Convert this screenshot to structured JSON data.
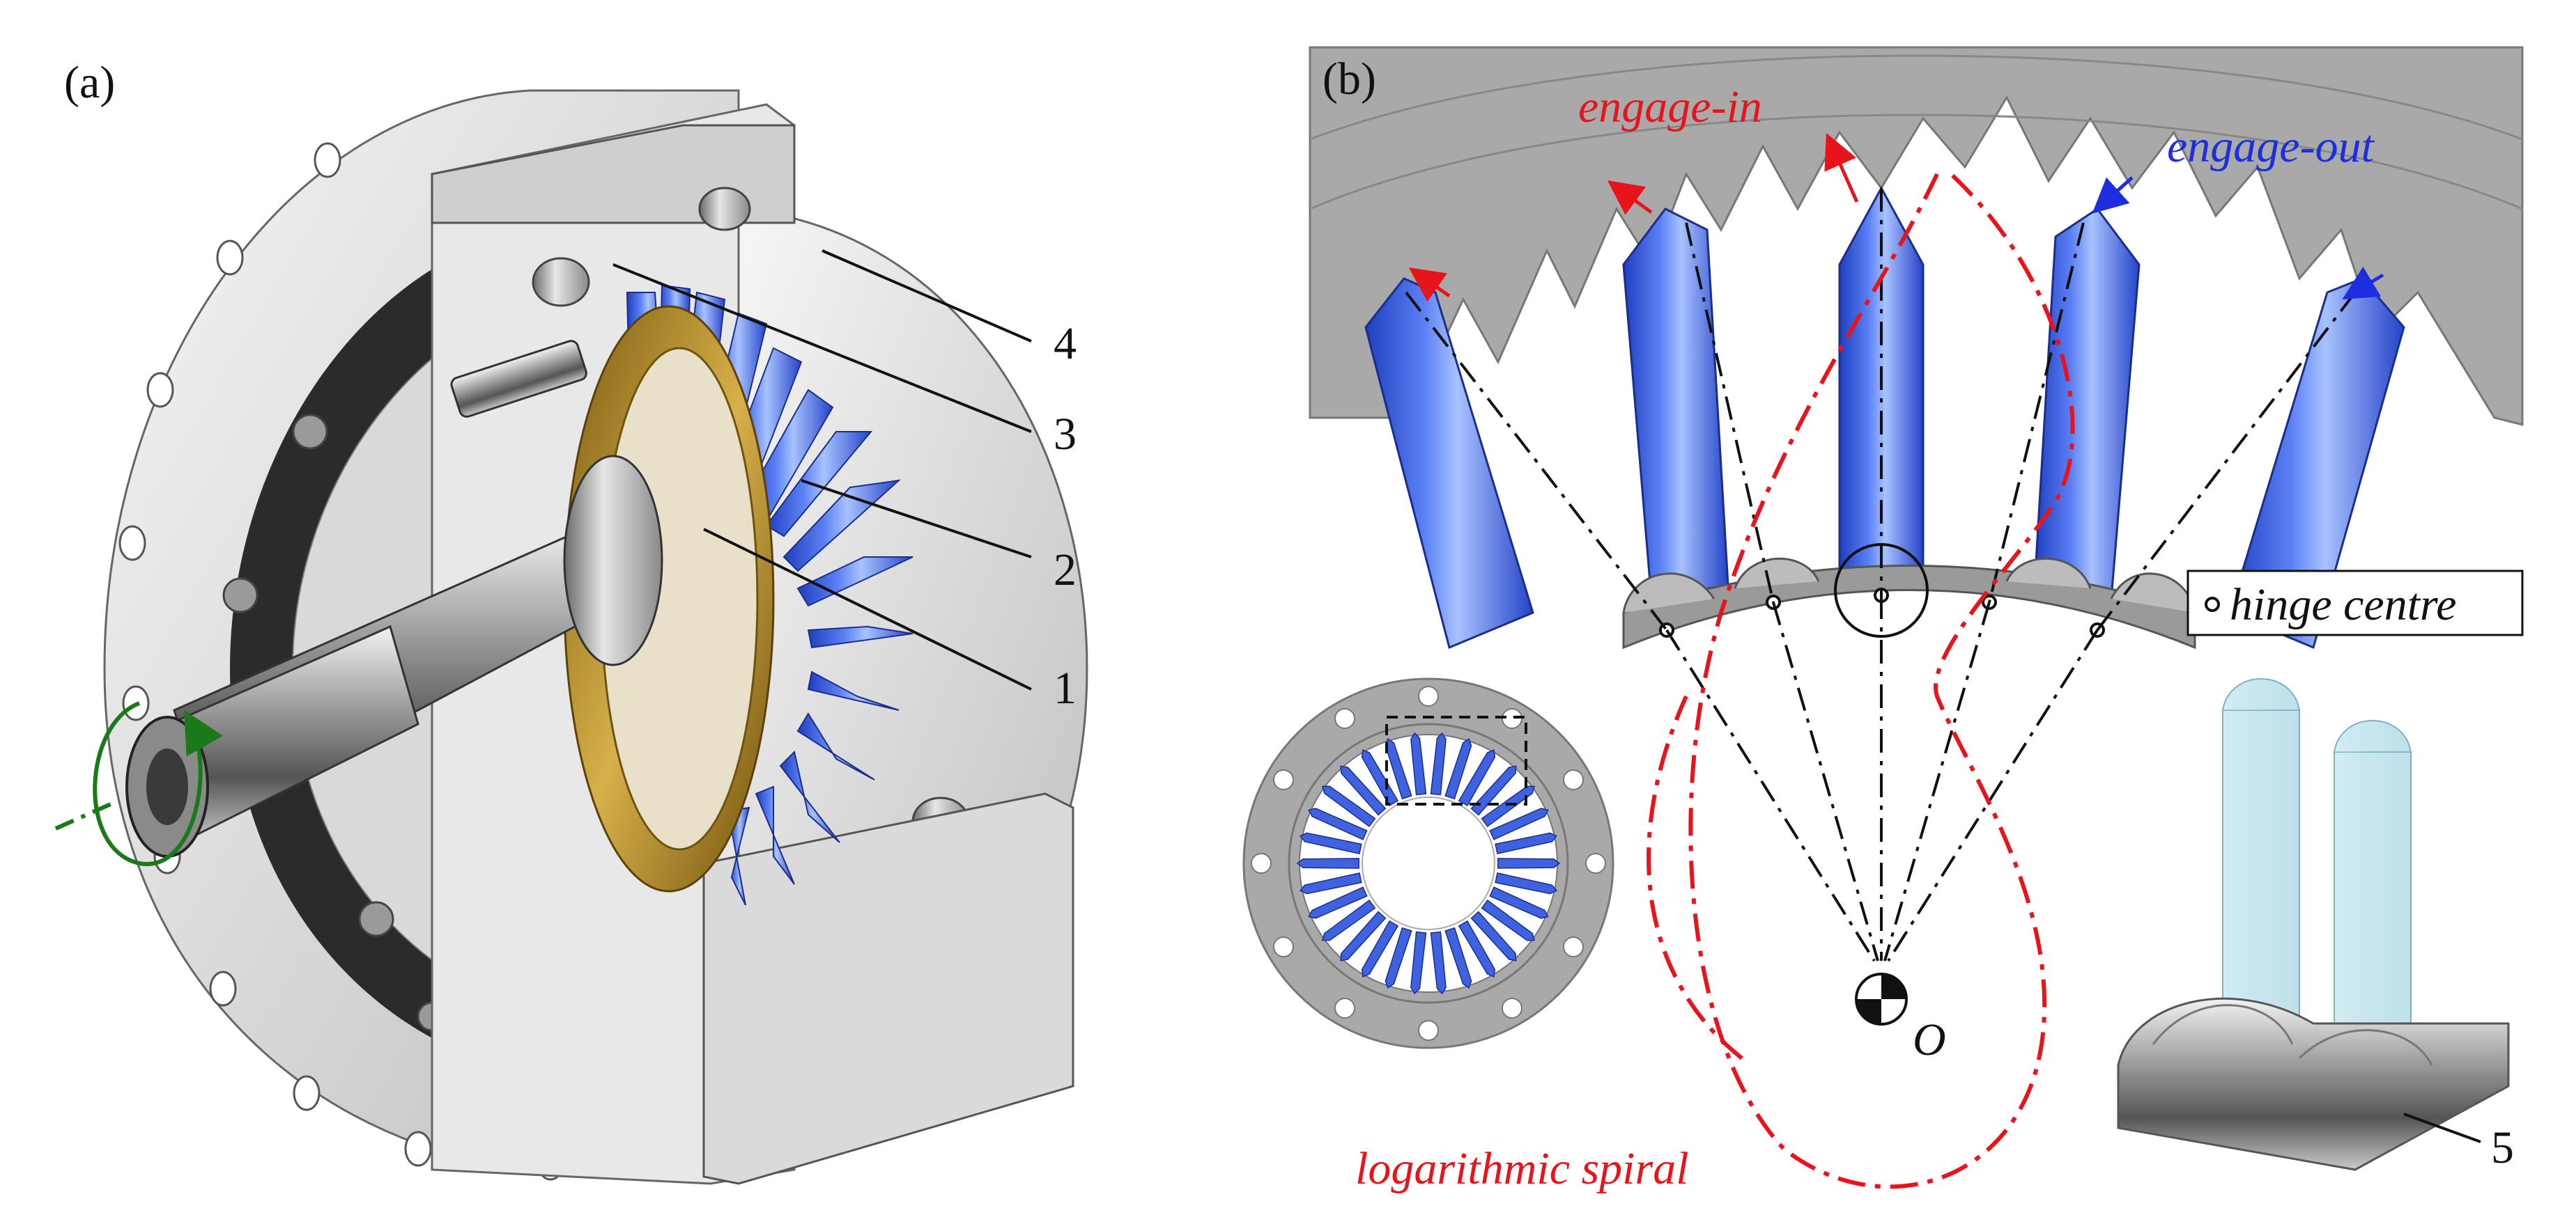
{
  "panels": {
    "a": {
      "label": "(a)"
    },
    "b": {
      "label": "(b)"
    }
  },
  "callouts": [
    "4",
    "3",
    "2",
    "1",
    "5"
  ],
  "annotations": {
    "engage_in": "engage-in",
    "engage_out": "engage-out",
    "hinge_centre": "hinge centre",
    "origin": "O",
    "log_spiral": "logarithmic spiral"
  },
  "colors": {
    "tooth_blue": "#3f63e0",
    "bronze": "#b8902a",
    "steel_gray": "#a8a8a8",
    "gear_gray": "#a6a6a6",
    "red_annotation": "#e8141c",
    "blue_annotation": "#1c2ee0",
    "green_arrow": "#1a7a1a",
    "ghost_cyan": "#9fd6e6"
  }
}
